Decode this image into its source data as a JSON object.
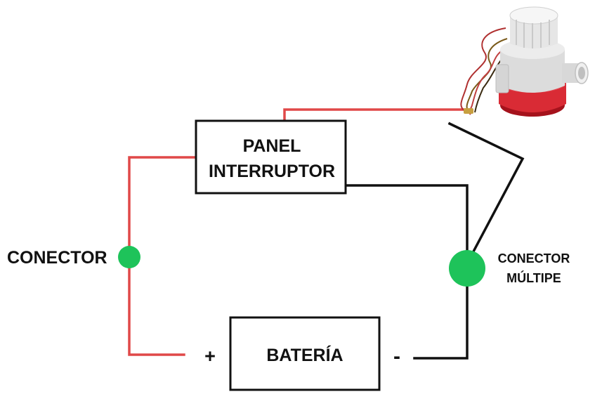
{
  "panel": {
    "line1": "PANEL",
    "line2": "INTERRUPTOR"
  },
  "battery": {
    "label": "BATERÍA",
    "plus": "+",
    "minus": "-"
  },
  "connector": {
    "label": "CONECTOR"
  },
  "multi_connector": {
    "line1": "CONECTOR",
    "line2": "MÚLTIPE"
  },
  "colors": {
    "positive_wire": "#e04848",
    "negative_wire": "#111111",
    "connector": "#1ec35a",
    "pump_body": "#e8e8e8",
    "pump_base": "#d92b35"
  },
  "icons": {
    "pump": "bilge-pump-icon"
  }
}
